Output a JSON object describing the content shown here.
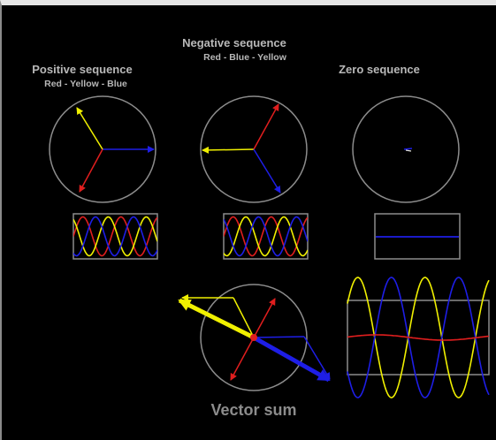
{
  "colors": {
    "background": "#000000",
    "circle": "#8c8c8c",
    "red": "#e01e1e",
    "yellow": "#f0f000",
    "blue": "#1e1ee6"
  },
  "positive": {
    "title": "Positive sequence",
    "order": "Red - Yellow - Blue"
  },
  "negative": {
    "title": "Negative sequence",
    "order": "Red - Blue - Yellow"
  },
  "zero": {
    "title": "Zero sequence"
  },
  "sum": {
    "title": "Vector sum"
  }
}
